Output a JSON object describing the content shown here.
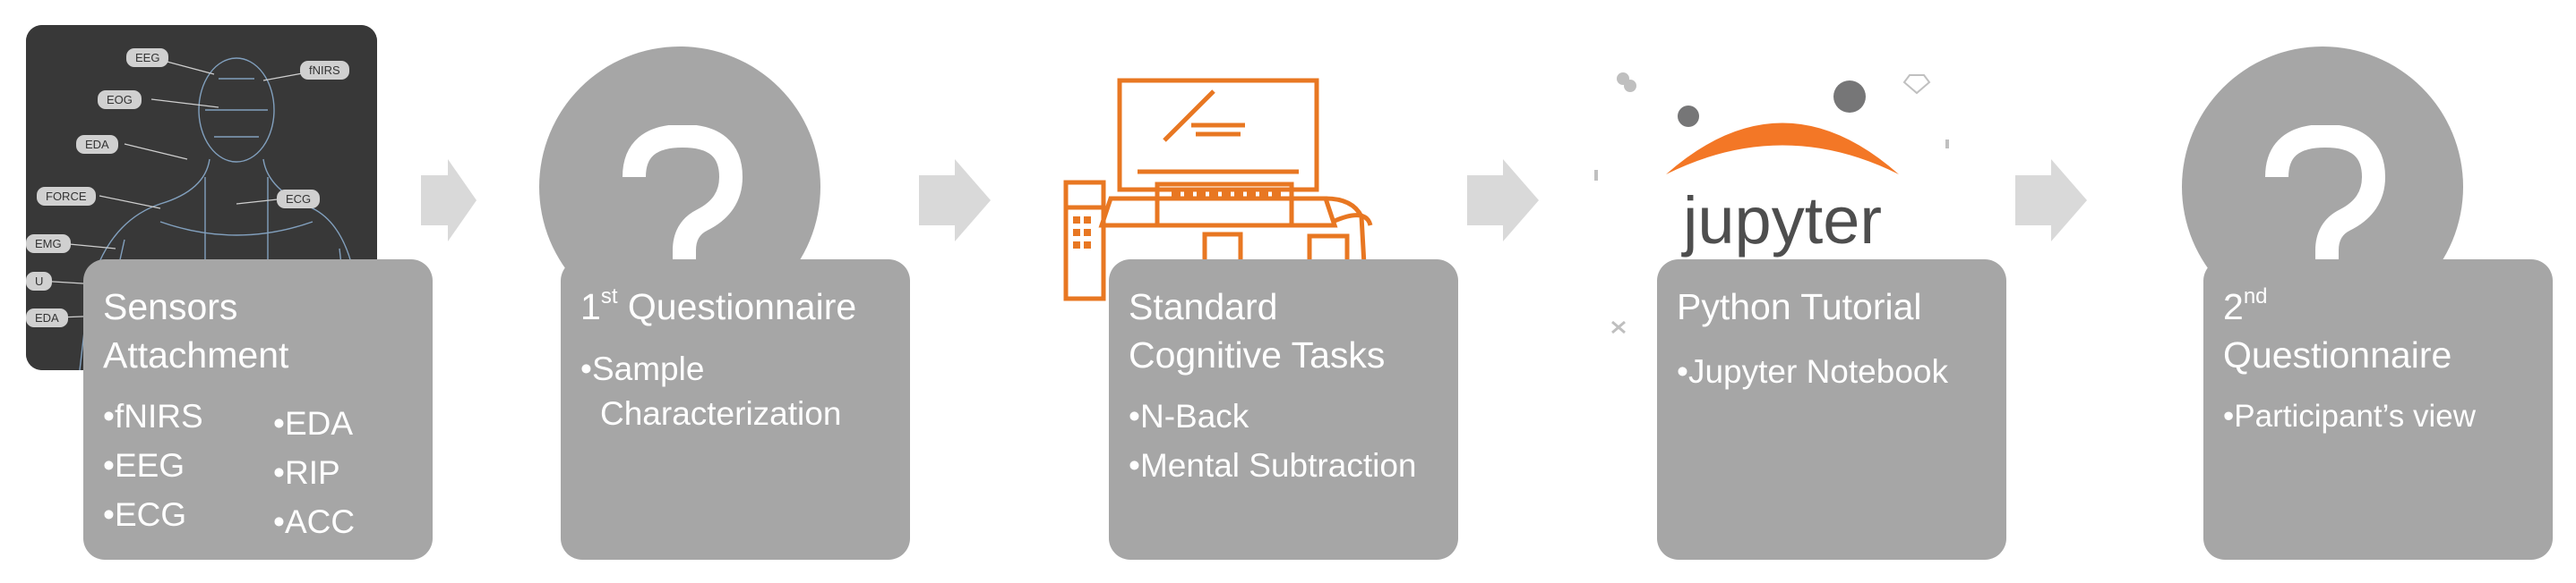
{
  "sensor_tags": [
    "EEG",
    "fNIRS",
    "EOG",
    "EDA",
    "FORCE",
    "ECG",
    "EMG",
    "U",
    "EDA"
  ],
  "steps": [
    {
      "title": "Sensors Attachment",
      "bullets_left": [
        "fNIRS",
        "EEG",
        "ECG"
      ],
      "bullets_right": [
        "EDA",
        "RIP",
        "ACC"
      ]
    },
    {
      "title_main": "1",
      "title_sup": "st",
      "title_rest": " Questionnaire",
      "bullets": [
        "Sample Characterization"
      ]
    },
    {
      "title_line1": "Standard",
      "title_line2": "Cognitive Tasks",
      "bullets": [
        "N-Back",
        "Mental Subtraction"
      ]
    },
    {
      "title": "Python Tutorial",
      "bullets": [
        "Jupyter Notebook"
      ]
    },
    {
      "title_main": "2",
      "title_sup": "nd",
      "title_line2": "Questionnaire",
      "bullets": [
        "Participant’s view"
      ]
    }
  ],
  "jupyter_logo_text": "jupyter",
  "colors": {
    "card": "#a6a6a6",
    "arrow": "#d9d9d9",
    "jupyter_orange": "#f37726",
    "computer_orange": "#e87722"
  }
}
